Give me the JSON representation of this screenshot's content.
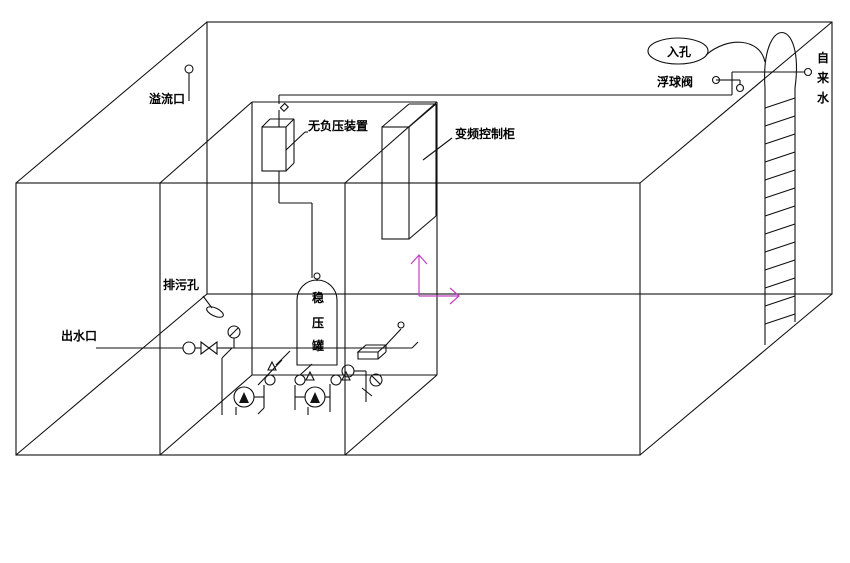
{
  "labels": {
    "overflow": "溢流口",
    "manhole": "入孔",
    "float_valve": "浮球阀",
    "tap_water": [
      "自",
      "来",
      "水"
    ],
    "non_negative_device": "无负压装置",
    "vfd_cabinet": "变频控制柜",
    "sewage": "排污孔",
    "outlet": "出水口",
    "tank": [
      "稳",
      "压",
      "罐"
    ]
  },
  "colors": {
    "line": "#111111",
    "axis": "#c040c0"
  }
}
